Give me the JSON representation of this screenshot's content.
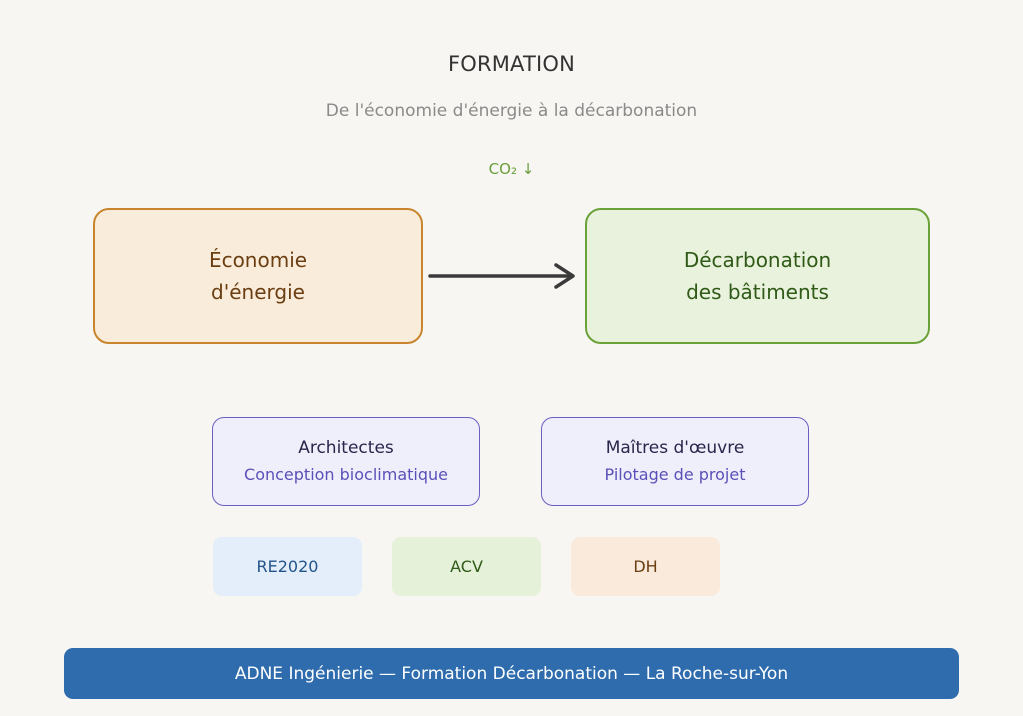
{
  "header": {
    "title": "FORMATION",
    "subtitle": "De l'économie d'énergie à la décarbonation",
    "co2_indicator": "CO₂ ↓"
  },
  "flow": {
    "from": {
      "line1": "Économie",
      "line2": "d'énergie"
    },
    "to": {
      "line1": "Décarbonation",
      "line2": "des bâtiments"
    },
    "arrow_icon": "arrow-right-icon"
  },
  "audiences": [
    {
      "title": "Architectes",
      "subtitle": "Conception bioclimatique"
    },
    {
      "title": "Maîtres d'œuvre",
      "subtitle": "Pilotage de projet"
    }
  ],
  "tags": [
    {
      "label": "RE2020"
    },
    {
      "label": "ACV"
    },
    {
      "label": "DH"
    }
  ],
  "footer": {
    "text": "ADNE Ingénierie — Formation Décarbonation — La Roche-sur-Yon"
  },
  "colors": {
    "background": "#f7f6f2",
    "energy_border": "#c8852e",
    "energy_fill": "#faecda",
    "decarb_border": "#6aa23a",
    "decarb_fill": "#e9f2dc",
    "audience_border": "#6a5fc1",
    "audience_fill": "#efeefb",
    "footer_bg": "#2e6cad",
    "co2_green": "#6a9e3a"
  }
}
